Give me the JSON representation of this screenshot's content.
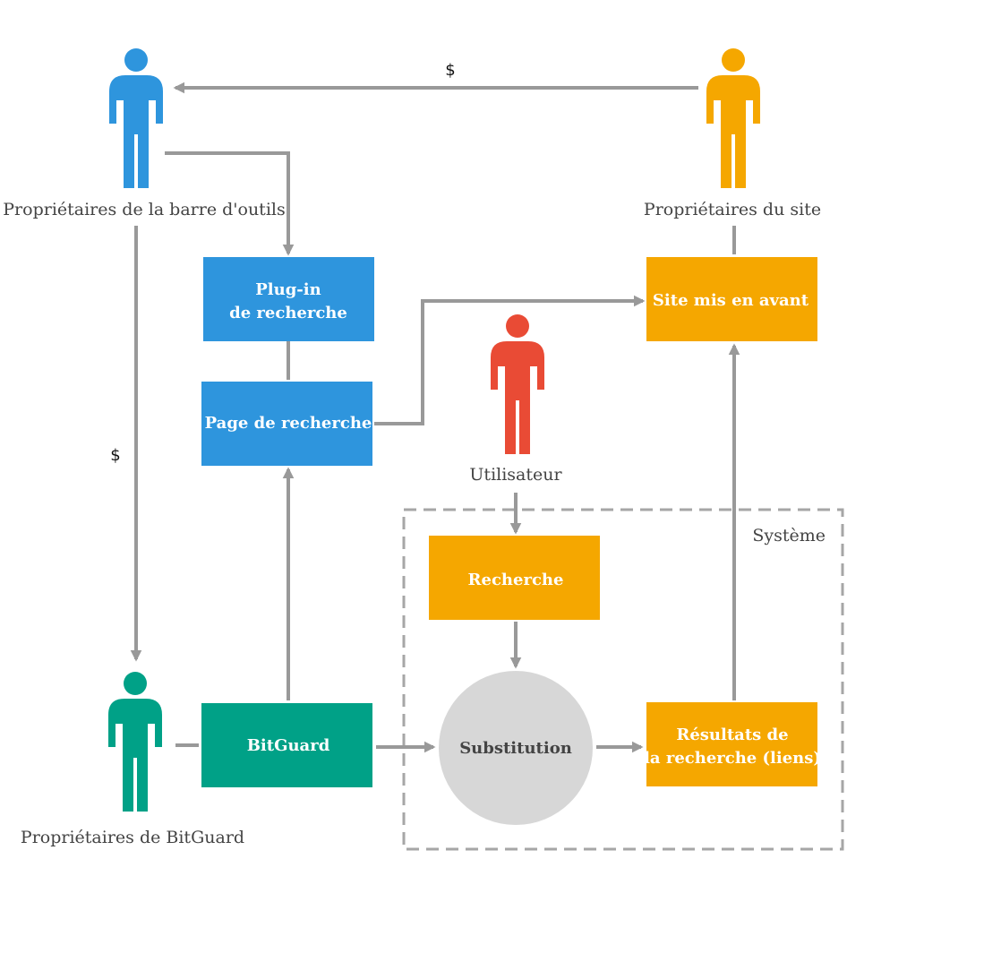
{
  "colors": {
    "blue": "#2E95DD",
    "orange": "#F5A700",
    "red": "#E94B35",
    "green": "#00A187",
    "grey_circle": "#D7D7D7",
    "line": "#999999",
    "dashed_border": "#A6A6A6"
  },
  "actors": {
    "toolbar_owners": {
      "label": "Propriétaires de la barre d'outils",
      "icon": "person-icon",
      "color": "blue"
    },
    "site_owners": {
      "label": "Propriétaires du site",
      "icon": "person-icon",
      "color": "orange"
    },
    "user": {
      "label": "Utilisateur",
      "icon": "person-icon",
      "color": "red"
    },
    "bitguard_owners": {
      "label": "Propriétaires de BitGuard",
      "icon": "person-icon",
      "color": "green"
    }
  },
  "boxes": {
    "search_plugin": {
      "line1": "Plug-in",
      "line2": "de recherche",
      "color": "blue"
    },
    "search_page": {
      "label": "Page de recherche",
      "color": "blue"
    },
    "promoted_site": {
      "label": "Site mis en avant",
      "color": "orange"
    },
    "search": {
      "label": "Recherche",
      "color": "orange"
    },
    "bitguard": {
      "label": "BitGuard",
      "color": "green"
    },
    "search_results": {
      "line1": "Résultats de",
      "line2": "la recherche (liens)",
      "color": "orange"
    }
  },
  "substitution": {
    "label": "Substitution"
  },
  "system": {
    "label": "Système"
  },
  "money": {
    "top": "$",
    "left": "$"
  }
}
